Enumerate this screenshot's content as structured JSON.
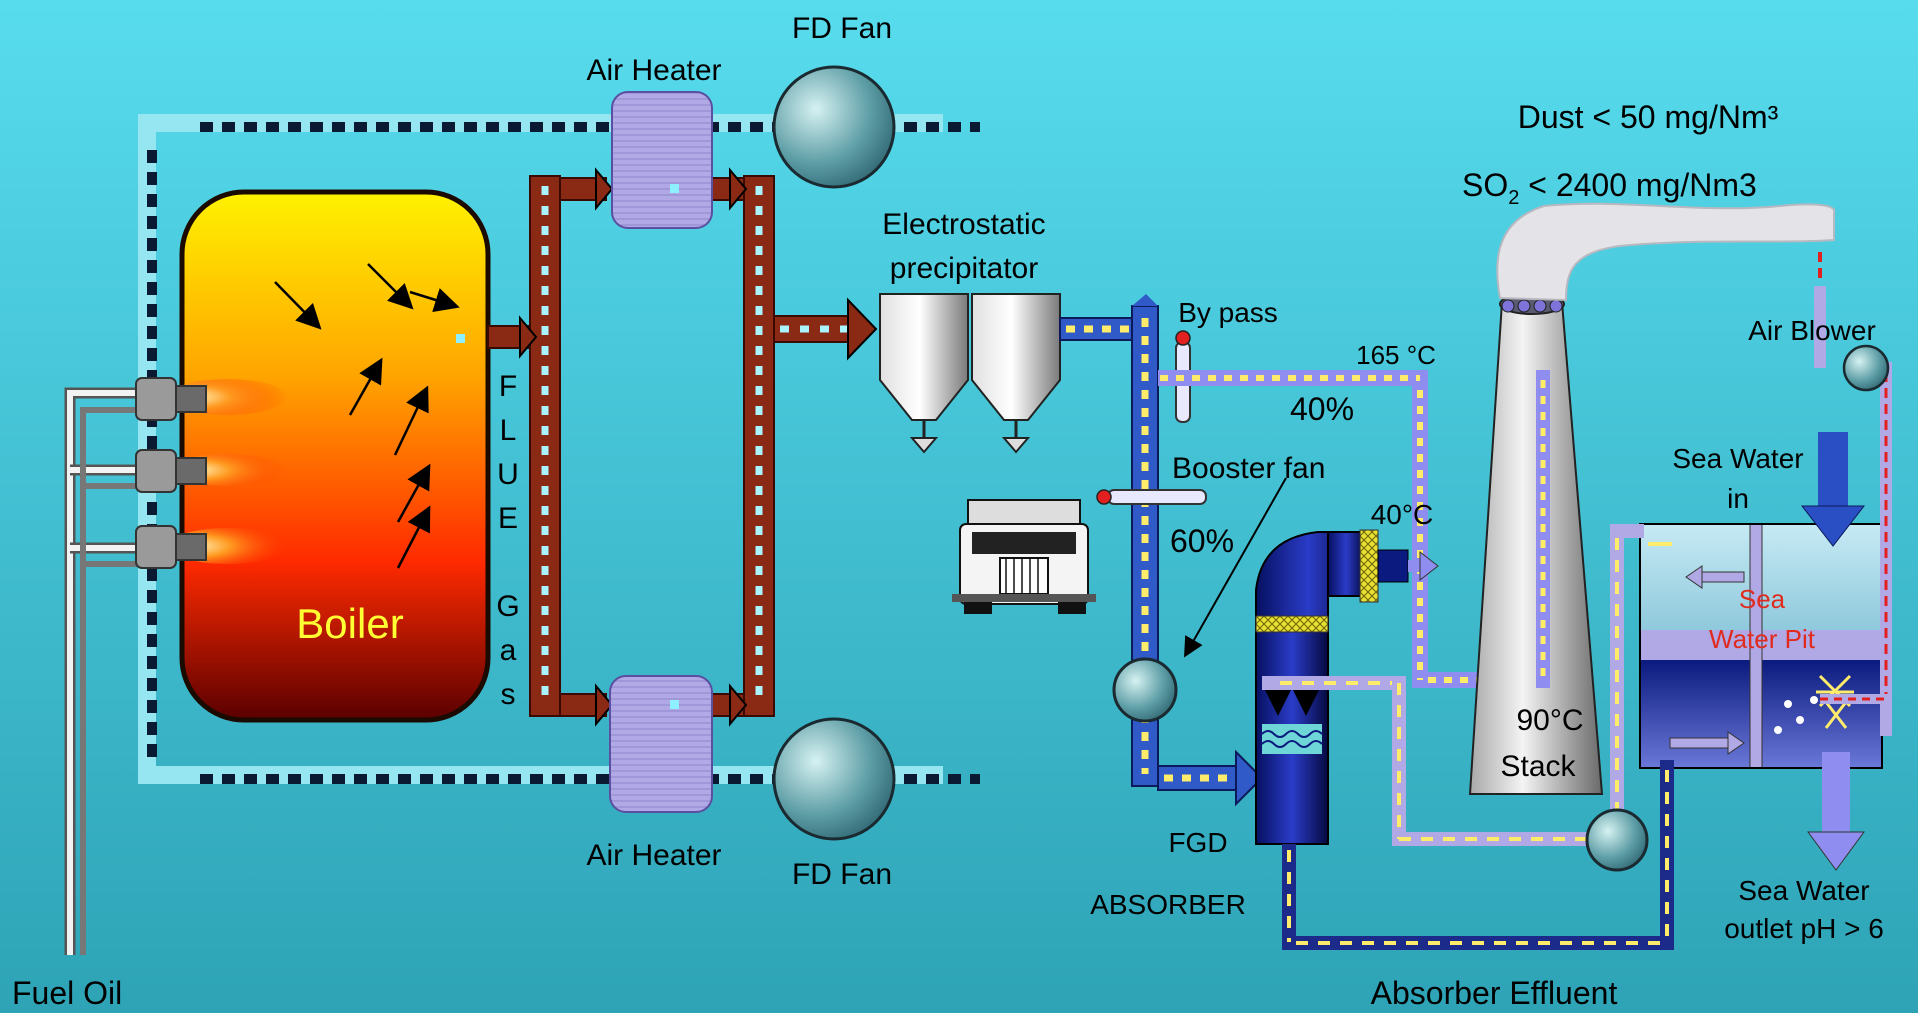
{
  "labels": {
    "fd_fan_top": "FD Fan",
    "air_heater_top": "Air Heater",
    "air_heater_bottom": "Air Heater",
    "fd_fan_bottom": "FD Fan",
    "boiler": "Boiler",
    "flue_letters": [
      "F",
      "L",
      "U",
      "E"
    ],
    "gas_letters": [
      "G",
      "a",
      "s"
    ],
    "esp_line1": "Electrostatic",
    "esp_line2": "precipitator",
    "by_pass": "By pass",
    "temp_165": "165 °C",
    "pct_40": "40%",
    "booster_fan": "Booster fan",
    "pct_60": "60%",
    "temp_40": "40°C",
    "dust": "Dust < 50 mg/Nm³",
    "so2_prefix": "SO",
    "so2_sub": "2",
    "so2_suffix": " < 2400 mg/Nm3",
    "air_blower": "Air Blower",
    "sea_water_in_1": "Sea Water",
    "sea_water_in_2": "in",
    "sea_pit_1": "Sea",
    "sea_pit_2": "Water Pit",
    "temp_90": "90°C",
    "stack": "Stack",
    "fgd": "FGD",
    "absorber": "ABSORBER",
    "sea_water_outlet_1": "Sea Water",
    "sea_water_outlet_2": "outlet  pH > 6",
    "absorber_effluent": "Absorber Effluent",
    "fuel_oil": "Fuel Oil"
  },
  "colors": {
    "background": "#36b8cc",
    "flue_duct": "#8b2a14",
    "air_duct": "#96e6f2",
    "air_heater": "#b1a8e6",
    "absorber": "#0a1a6e",
    "sea_pit_text": "#e02b1e",
    "boiler_label": "#ffff33",
    "dashed_yellow": "#ffec6a"
  }
}
